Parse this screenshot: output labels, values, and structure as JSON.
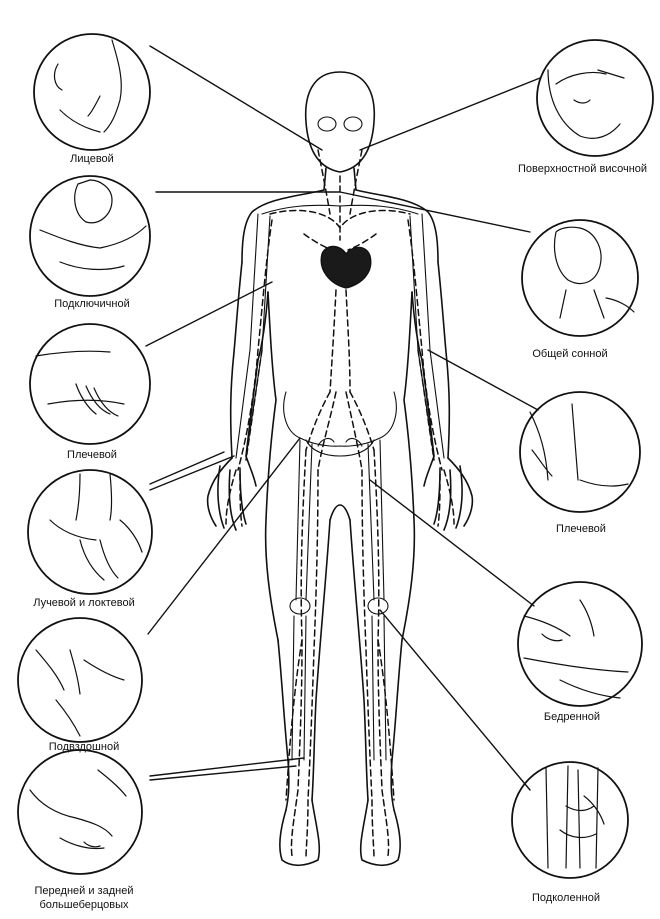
{
  "labels": {
    "facial": "Лицевой",
    "superficial_temporal": "Поверхностной височной",
    "subclavian": "Подключичной",
    "common_carotid": "Общей сонной",
    "brachial_left": "Плечевой",
    "brachial_right": "Плечевой",
    "radial_ulnar": "Лучевой и локтевой",
    "iliac": "Подвздошной",
    "femoral": "Бедренной",
    "tibial_line1": "Передней и задней",
    "tibial_line2": "большеберцовых",
    "popliteal": "Подколенной"
  },
  "colors": {
    "ink": "#111111",
    "heart": "#1a1a1a",
    "background": "#ffffff"
  }
}
